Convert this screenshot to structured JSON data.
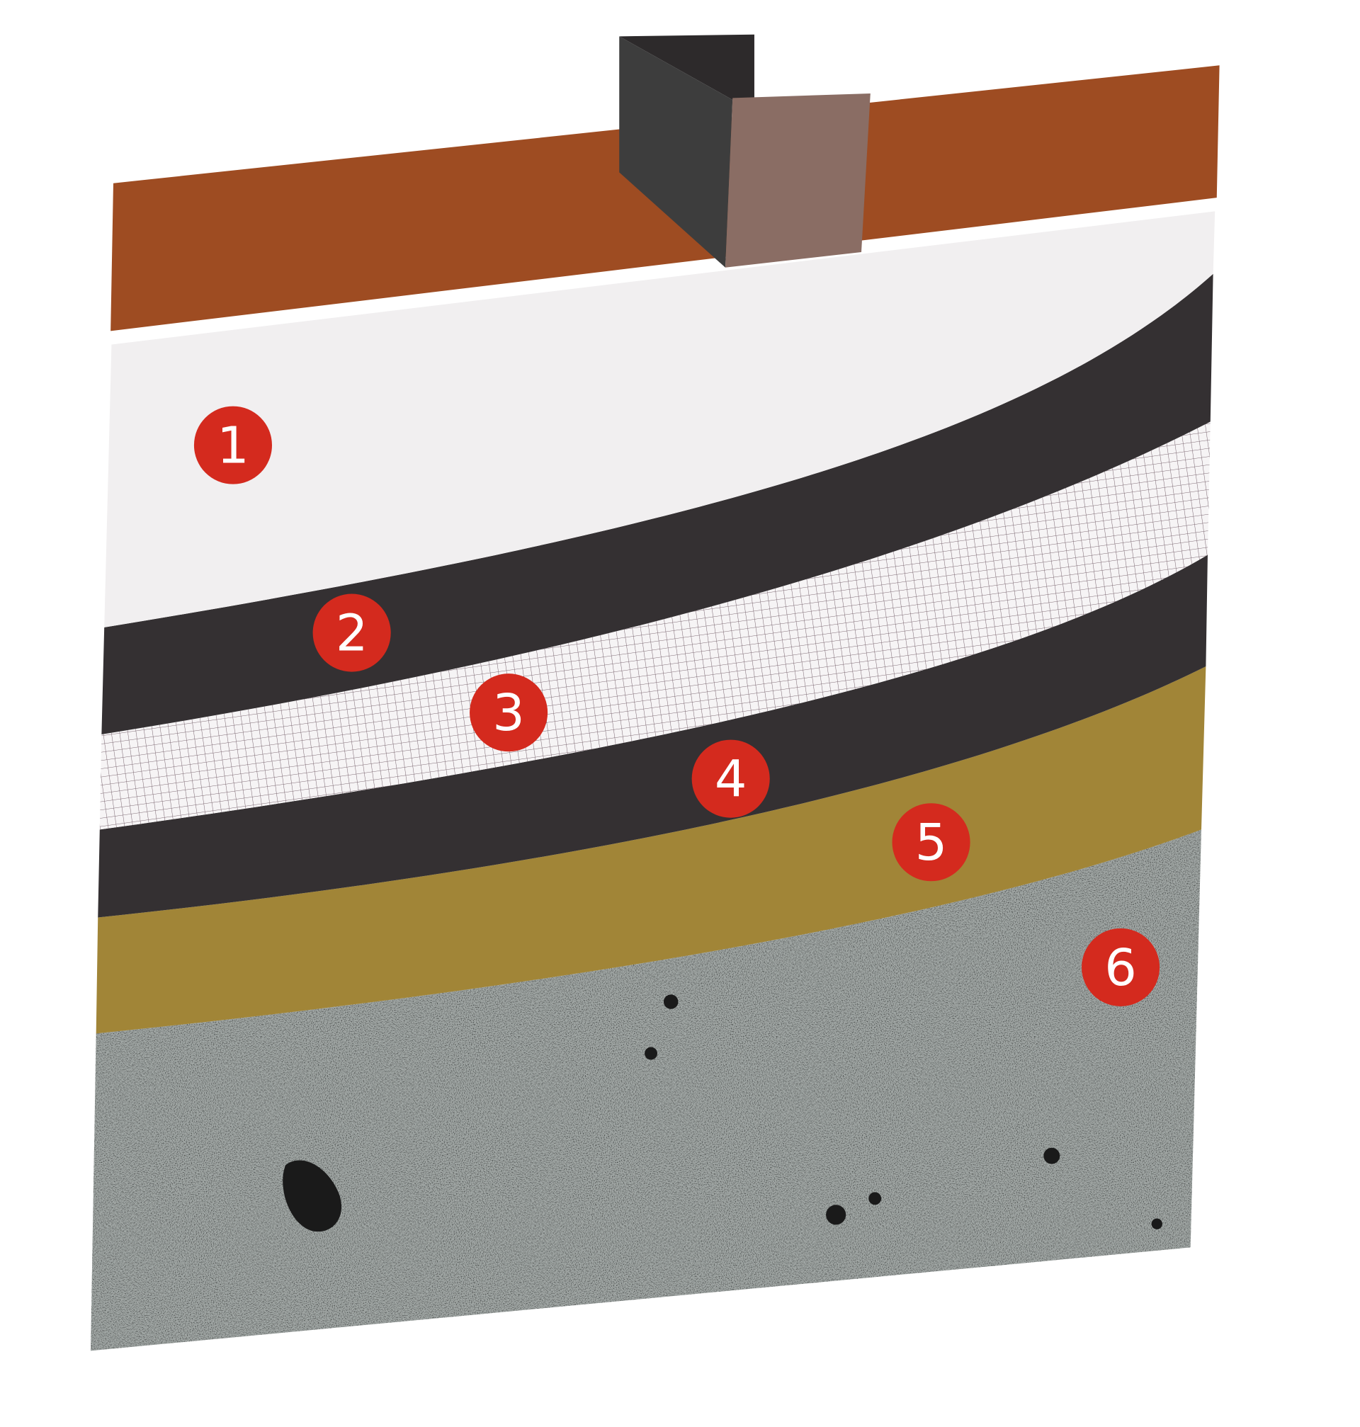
{
  "diagram": {
    "type": "roof layer cross-section",
    "colors": {
      "roof_tile": "#9e4c22",
      "membrane_light": "#f1eff0",
      "bitumen_dark": "#343032",
      "mesh": "#7a6670",
      "primer_gold": "#a18537",
      "concrete": "#8a8c8a",
      "vent_dark": "#3d3d3d",
      "vent_top": "#2d2a2b",
      "vent_face": "#8a6d64",
      "marker_red": "#d42a1e"
    },
    "markers": [
      {
        "label": "1",
        "layer": "membrane-light"
      },
      {
        "label": "2",
        "layer": "bitumen-upper"
      },
      {
        "label": "3",
        "layer": "reinforcement-mesh"
      },
      {
        "label": "4",
        "layer": "bitumen-lower"
      },
      {
        "label": "5",
        "layer": "primer"
      },
      {
        "label": "6",
        "layer": "concrete-base"
      }
    ]
  }
}
